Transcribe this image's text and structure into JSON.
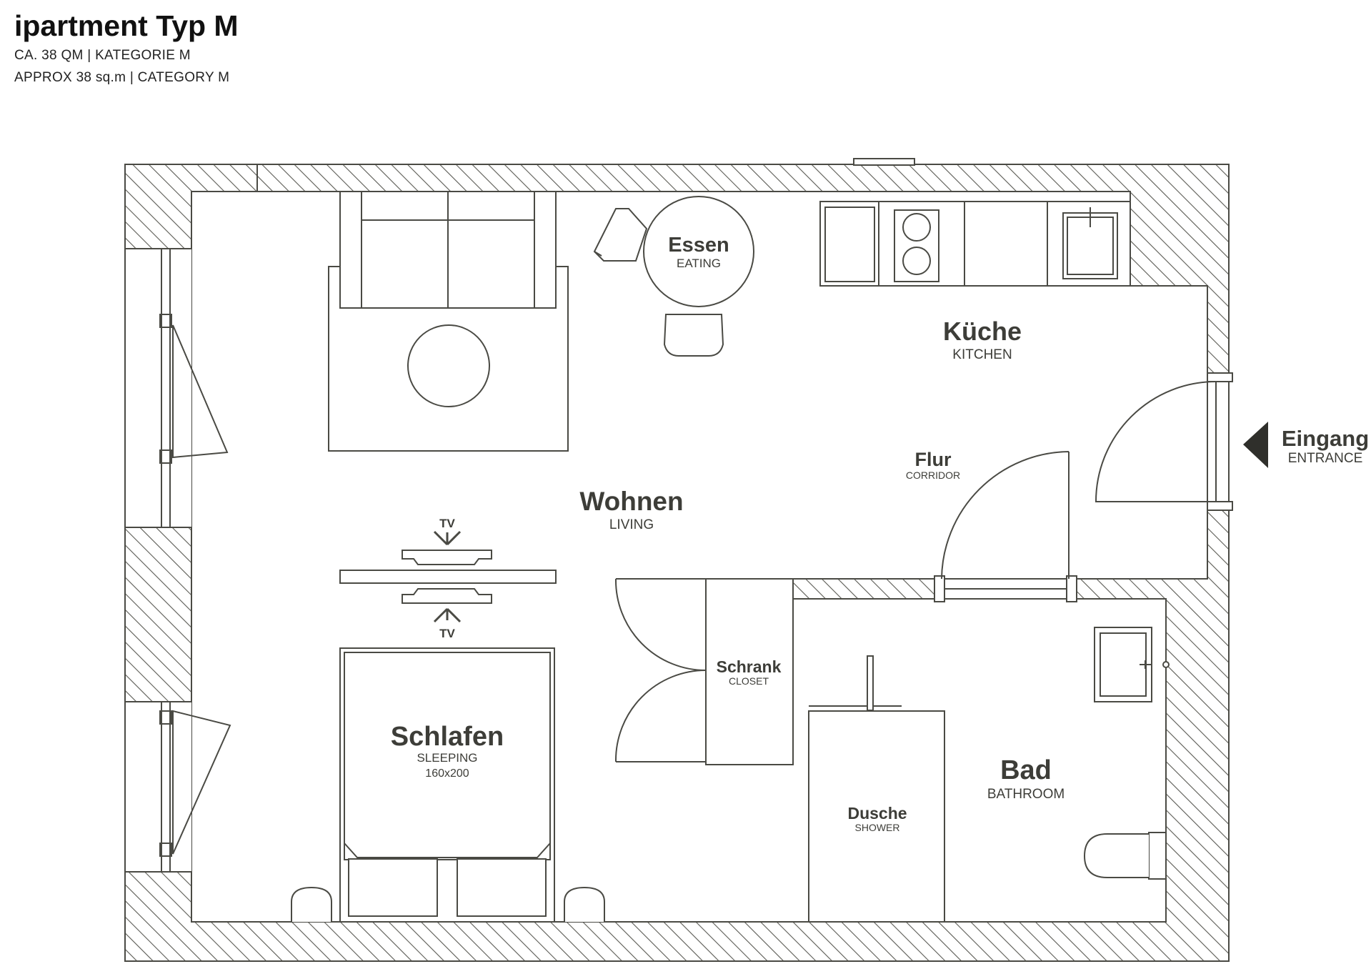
{
  "header": {
    "title": "ipartment Typ M",
    "line_de": "CA. 38 QM | KATEGORIE M",
    "line_en": "APPROX 38 sq.m | CATEGORY M"
  },
  "rooms": {
    "essen": {
      "name": "Essen",
      "sub": "EATING"
    },
    "kueche": {
      "name": "Küche",
      "sub": "KITCHEN"
    },
    "wohnen": {
      "name": "Wohnen",
      "sub": "LIVING"
    },
    "flur": {
      "name": "Flur",
      "sub": "CORRIDOR"
    },
    "eingang": {
      "name": "Eingang",
      "sub": "ENTRANCE"
    },
    "schrank": {
      "name": "Schrank",
      "sub": "CLOSET"
    },
    "schlafen": {
      "name": "Schlafen",
      "sub": "SLEEPING",
      "size": "160x200"
    },
    "bad": {
      "name": "Bad",
      "sub": "BATHROOM"
    },
    "dusche": {
      "name": "Dusche",
      "sub": "SHOWER"
    }
  },
  "tv": {
    "top": "TV",
    "bottom": "TV"
  },
  "colors": {
    "line": "#4a4a44",
    "label": "#3d3d38",
    "hatch": "#5a5a54"
  }
}
